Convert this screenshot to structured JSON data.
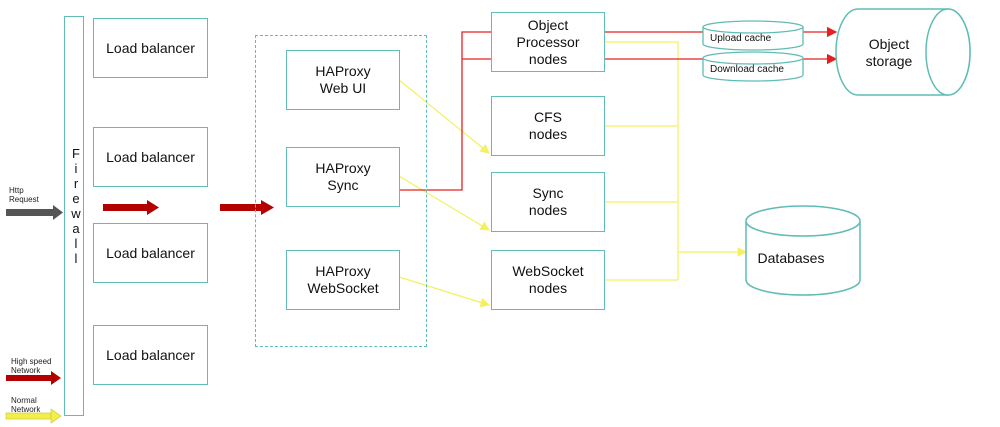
{
  "firewall": {
    "label": "F\ni\nr\ne\nw\na\nl\nl"
  },
  "load_balancers": [
    "Load balancer",
    "Load balancer",
    "Load balancer",
    "Load balancer"
  ],
  "haproxy": {
    "web_ui": "HAProxy\nWeb UI",
    "sync": "HAProxy\nSync",
    "websocket": "HAProxy\nWebSocket"
  },
  "nodes": {
    "object_processor": "Object\nProcessor\nnodes",
    "cfs": "CFS\nnodes",
    "sync": "Sync\nnodes",
    "websocket": "WebSocket\nnodes"
  },
  "caches": {
    "upload": "Upload cache",
    "download": "Download cache"
  },
  "storage": {
    "object_storage": "Object\nstorage",
    "databases": "Databases"
  },
  "legend": {
    "http_request": "Http\nRequest",
    "high_speed": "High speed\nNetwork",
    "normal": "Normal\nNetwork"
  },
  "colors": {
    "box_border": "#5fbcb6",
    "high_speed": "#b30000",
    "normal": "#f2ee4a",
    "http": "#555555",
    "red_line": "#e62020",
    "yellow_line": "#f5f060"
  }
}
